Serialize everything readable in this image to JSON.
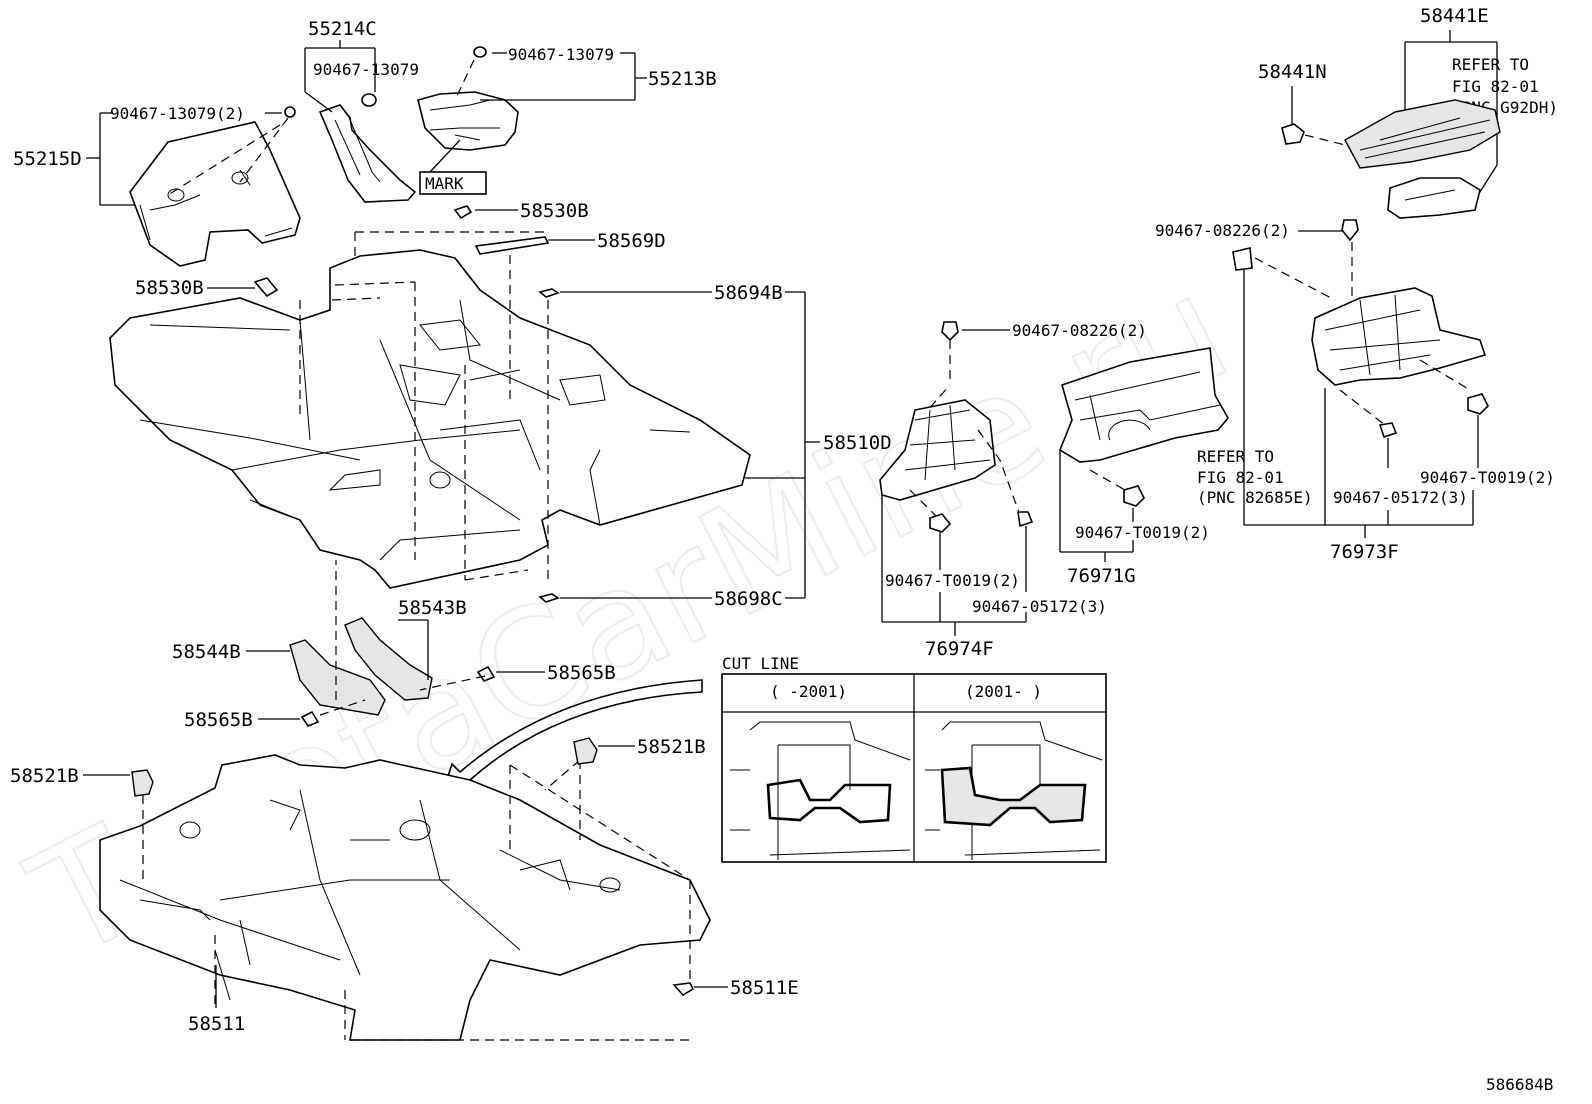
{
  "watermark": "ToyotaCarMine.ru",
  "figure_code": "586684B",
  "labels": {
    "p55214C": "55214C",
    "p90467_13079_a": "90467-13079",
    "p90467_13079_b": "90467-13079",
    "p55213B": "55213B",
    "p90467_13079_2": "90467-13079(2)",
    "p55215D": "55215D",
    "mark": "MARK",
    "p58530B_a": "58530B",
    "p58569D": "58569D",
    "p58530B_b": "58530B",
    "p58694B": "58694B",
    "p58510D": "58510D",
    "p58698C": "58698C",
    "p58543B": "58543B",
    "p58544B": "58544B",
    "p58565B_a": "58565B",
    "p58565B_b": "58565B",
    "p58521B_a": "58521B",
    "p58521B_b": "58521B",
    "p58511E": "58511E",
    "p58511": "58511",
    "p58441E": "58441E",
    "p58441N": "58441N",
    "refer1_a": "REFER TO",
    "refer1_b": "FIG 82-01",
    "refer1_c": "(PNC G92DH)",
    "p90467_08226_2a": "90467-08226(2)",
    "p90467_08226_2b": "90467-08226(2)",
    "refer2_a": "REFER TO",
    "refer2_b": "FIG 82-01",
    "refer2_c": "(PNC 82685E)",
    "p90467_T0019_2a": "90467-T0019(2)",
    "p90467_T0019_2b": "90467-T0019(2)",
    "p90467_T0019_2c": "90467-T0019(2)",
    "p90467_05172_3a": "90467-05172(3)",
    "p90467_05172_3b": "90467-05172(3)",
    "p76973F": "76973F",
    "p76971G": "76971G",
    "p76974F": "76974F",
    "cut_line": "CUT LINE",
    "cut_left": "(     -2001)",
    "cut_right": "(2001-     )"
  }
}
